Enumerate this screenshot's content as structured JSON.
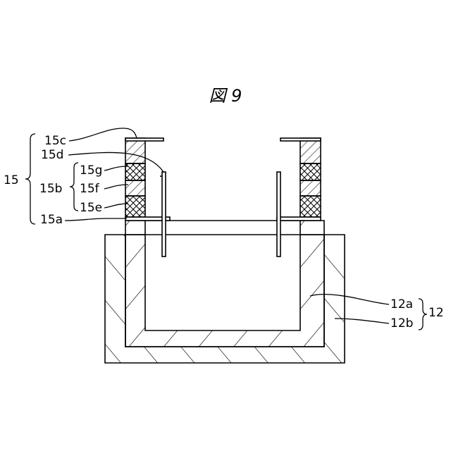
{
  "figure": {
    "title": "図 9"
  },
  "labels": {
    "l15": "15",
    "l15a": "15a",
    "l15b": "15b",
    "l15c": "15c",
    "l15d": "15d",
    "l15e": "15e",
    "l15f": "15f",
    "l15g": "15g",
    "l12": "12",
    "l12a": "12a",
    "l12b": "12b"
  }
}
